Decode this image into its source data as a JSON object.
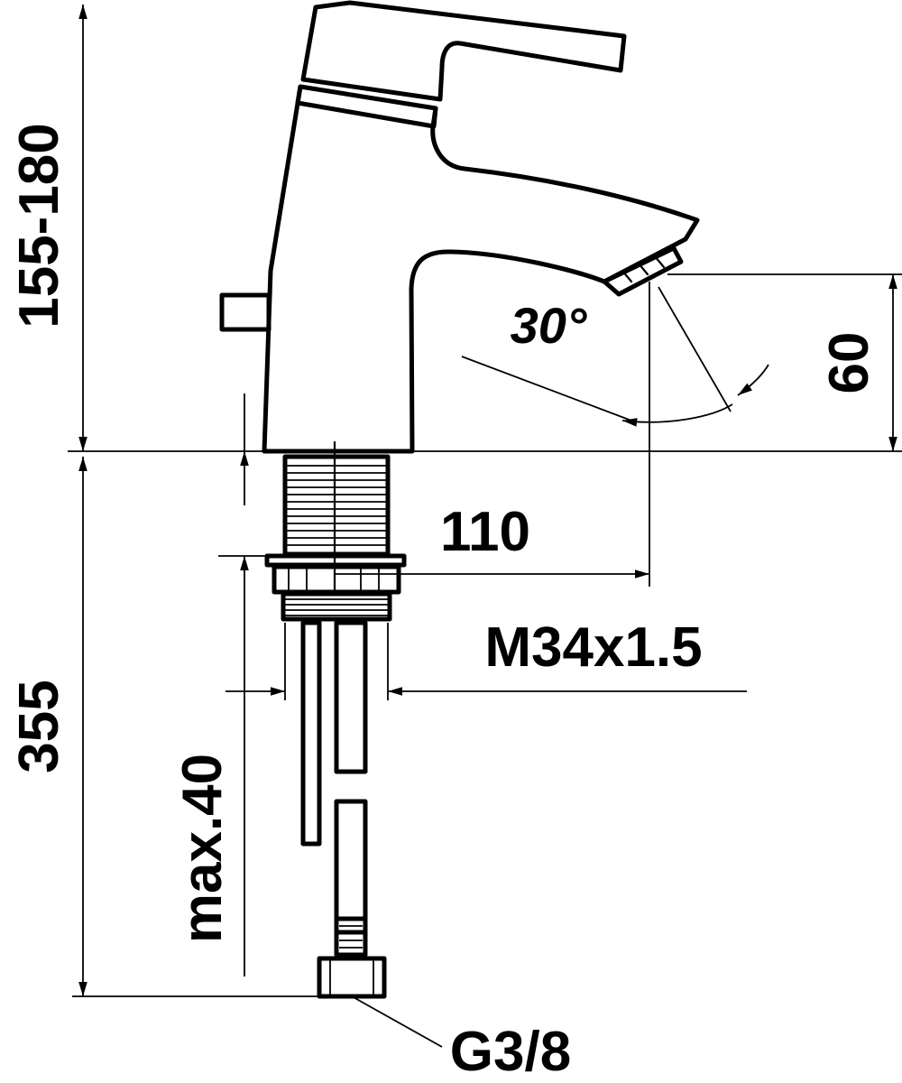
{
  "dimensions": {
    "height_range": "155-180",
    "total_length": "355",
    "max_thickness": "max.40",
    "spout_reach": "110",
    "spout_height": "60",
    "angle": "30°",
    "thread": "M34x1.5",
    "connection": "G3/8"
  }
}
